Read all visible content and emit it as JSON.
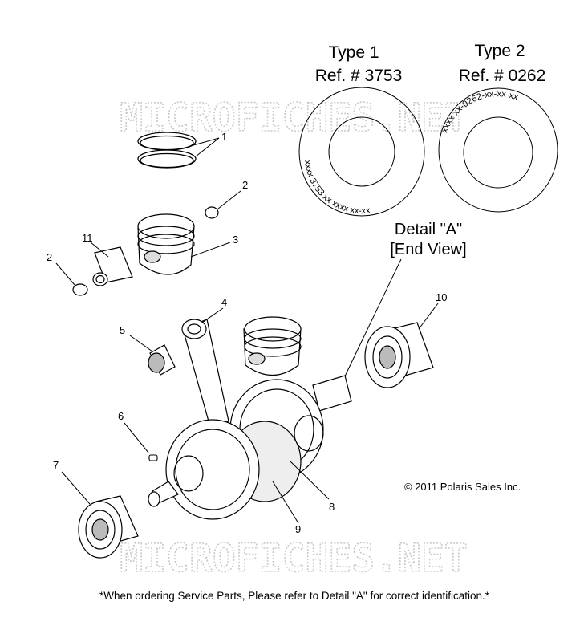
{
  "header": {
    "type1": {
      "title": "Type 1",
      "ref": "Ref. # 3753",
      "ring_text": "xxxx 3753 xx xxxx xx-xx"
    },
    "type2": {
      "title": "Type 2",
      "ref": "Ref. # 0262",
      "ring_text": "xxxx xx-0262-xx-xx-xx"
    }
  },
  "detail": {
    "line1": "Detail \"A\"",
    "line2": "[End View]"
  },
  "callouts": [
    "1",
    "2",
    "3",
    "11",
    "2",
    "4",
    "5",
    "10",
    "6",
    "7",
    "8",
    "9"
  ],
  "copyright": "© 2011 Polaris Sales Inc.",
  "watermark": "MICROFICHES.NET",
  "footer": "*When ordering Service Parts, Please refer to Detail \"A\" for correct identification.*"
}
